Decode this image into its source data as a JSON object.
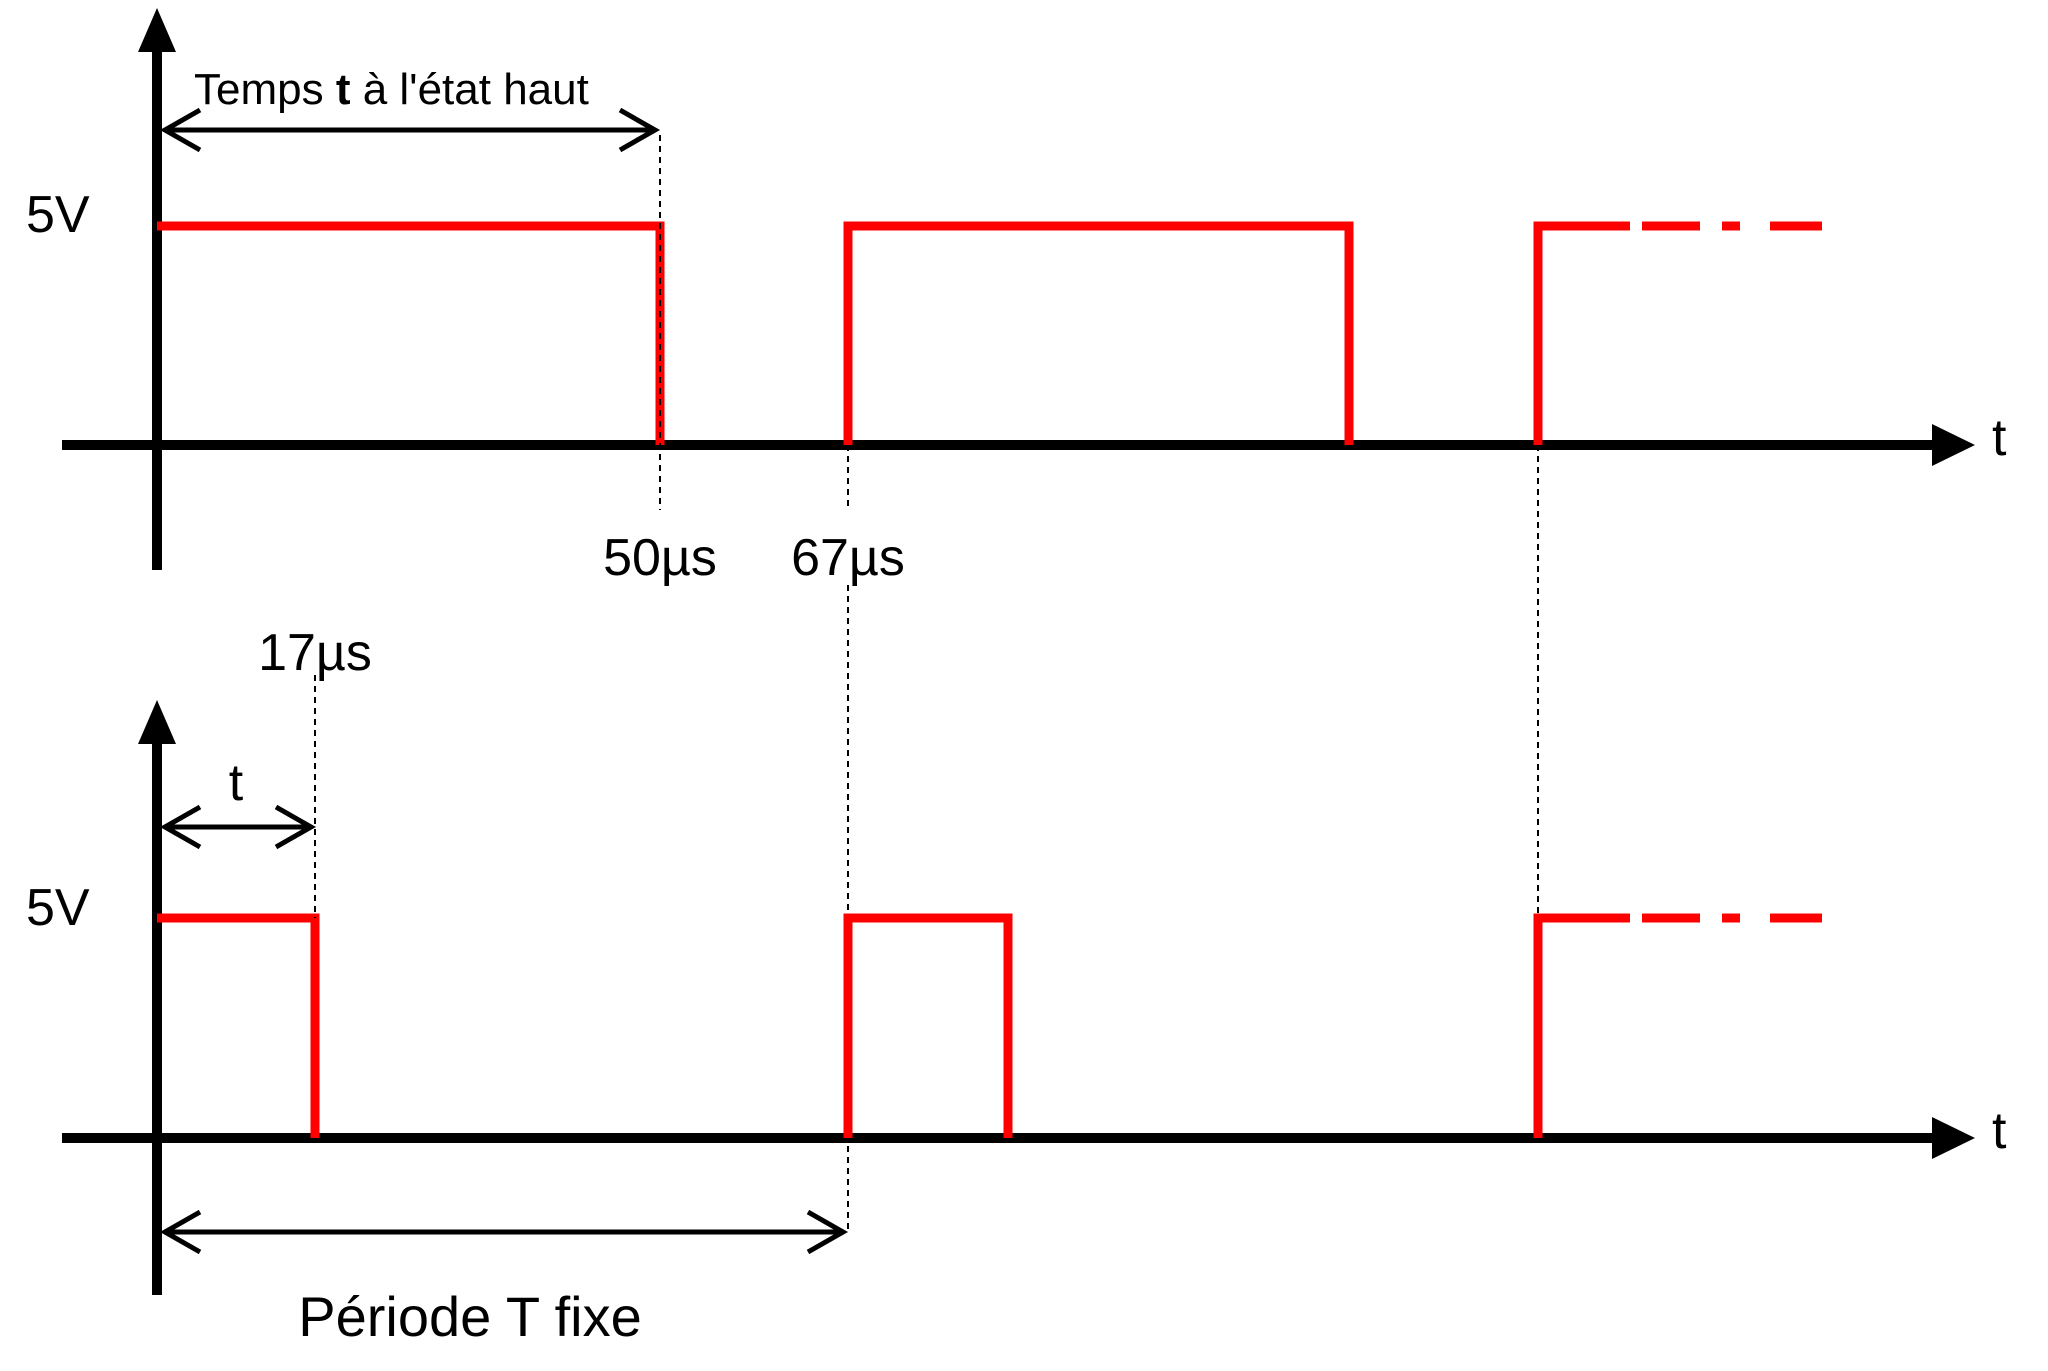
{
  "colors": {
    "signal": "#ff0000",
    "axis": "#000000",
    "background": "#ffffff"
  },
  "top_chart": {
    "y_label": "5V",
    "x_label": "t",
    "high_time_label_prefix": "Temps ",
    "high_time_label_bold": "t",
    "high_time_label_suffix": " à l'état haut",
    "tick_50": "50µs",
    "tick_67": "67µs",
    "pulses_us": [
      [
        0,
        50
      ],
      [
        67,
        117
      ]
    ],
    "trailing_high_start_us": 134
  },
  "bottom_chart": {
    "y_label": "5V",
    "x_label": "t",
    "tick_17": "17µs",
    "high_time_label": "t",
    "period_label": "Période T fixe",
    "pulses_us": [
      [
        0,
        17
      ],
      [
        67,
        84
      ]
    ],
    "trailing_high_start_us": 134
  }
}
